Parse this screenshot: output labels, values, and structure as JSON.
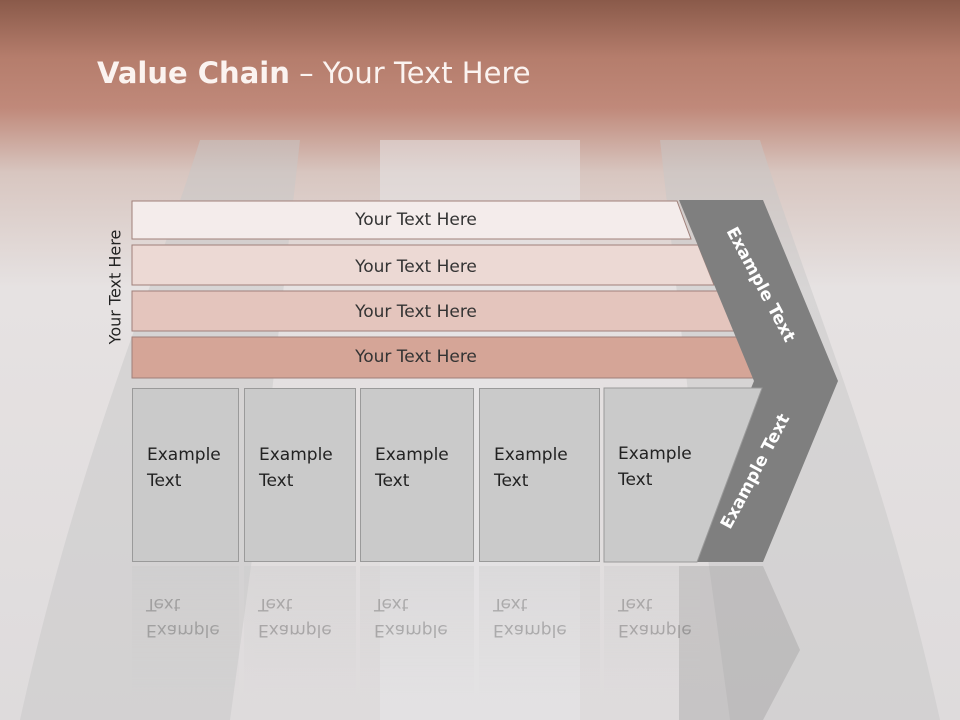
{
  "title": {
    "bold": "Value Chain",
    "rest": " – Your Text Here"
  },
  "side_label": "Your Text Here",
  "bands": [
    "Your Text Here",
    "Your Text Here",
    "Your Text Here",
    "Your Text Here"
  ],
  "boxes": [
    "Example\nText",
    "Example\nText",
    "Example\nText",
    "Example\nText",
    "Example\nText"
  ],
  "arrow_labels": {
    "top": "Example Text",
    "bottom": "Example Text"
  },
  "colors": {
    "bands": [
      "#f4eceb",
      "#ecd9d4",
      "#e4c5bd",
      "#d5a597"
    ],
    "arrow": "#7f7f7f",
    "box": "#cacaca"
  }
}
